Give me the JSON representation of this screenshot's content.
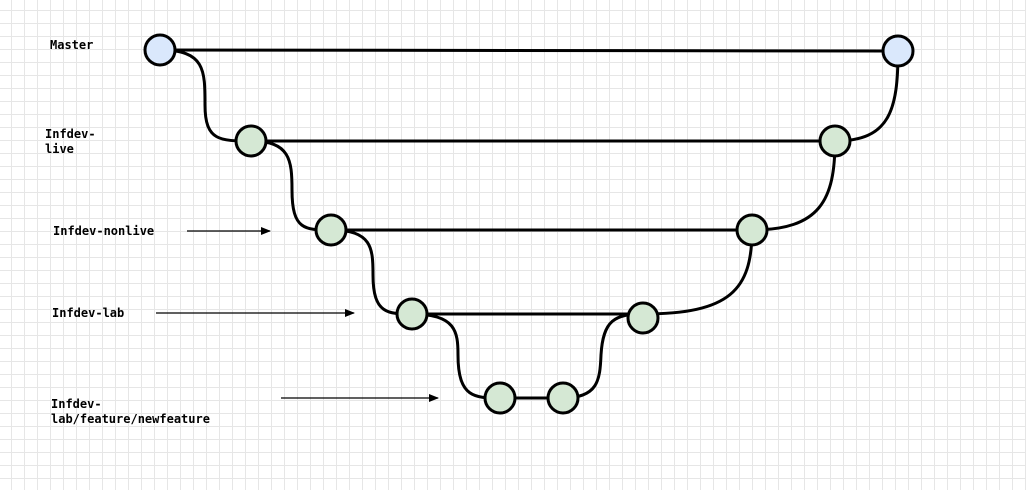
{
  "branches": {
    "master": "Master",
    "live": "Infdev-\nlive",
    "nonlive": "Infdev-nonlive",
    "lab": "Infdev-lab",
    "feature": "Infdev-\nlab/feature/newfeature"
  },
  "colors": {
    "master_node_fill": "#dae8fc",
    "branch_node_fill": "#d5e8d4",
    "stroke": "#000000",
    "grid": "#e6e6e6"
  }
}
